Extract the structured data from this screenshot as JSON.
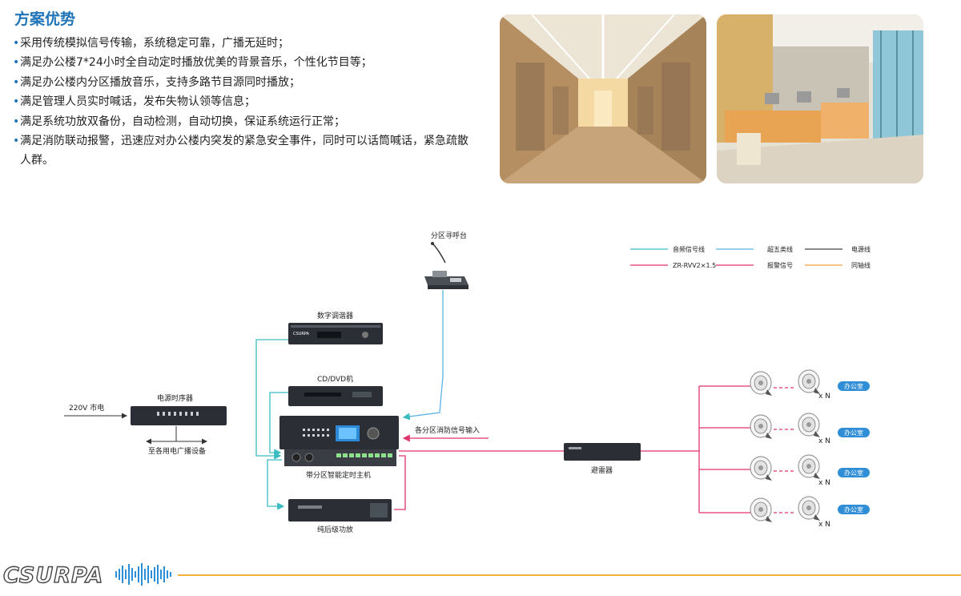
{
  "header": {
    "title": "方案优势",
    "bullets": [
      "采用传统模拟信号传输，系统稳定可靠，广播无延时；",
      "满足办公楼7*24小时全自动定时播放优美的背景音乐，个性化节目等；",
      "满足办公楼内分区播放音乐，支持多路节目源同时播放；",
      "满足管理人员实时喊话，发布失物认领等信息；",
      "满足系统功放双备份，自动检测，自动切换，保证系统运行正常；",
      "满足消防联动报警，迅速应对办公楼内突发的紧急安全事件，同时可以话筒喊话，紧急疏散人群。"
    ]
  },
  "legend": [
    {
      "label": "音频信号线",
      "color": "#3bbcc0"
    },
    {
      "label": "超五类线",
      "color": "#5ab4e6"
    },
    {
      "label": "电源线",
      "color": "#444444"
    },
    {
      "label": "ZR-RVV2×1.5",
      "color": "#e0356b"
    },
    {
      "label": "报警信号",
      "color": "#e0356b"
    },
    {
      "label": "同轴线",
      "color": "#f0a23c"
    }
  ],
  "devices": {
    "paging": "分区寻呼台",
    "tuner": "数字调谐器",
    "cd": "CD/DVD机",
    "sequencer": "电源时序器",
    "mains": "220V 市电",
    "to_devices": "至各用电广播设备",
    "host": "带分区智能定时主机",
    "amp": "纯后级功放",
    "fire_input": "各分区消防信号输入",
    "arrester": "避雷器",
    "brand_mark": "CSURPA"
  },
  "zones": [
    {
      "label": "办公室",
      "count": "x N"
    },
    {
      "label": "办公室",
      "count": "x N"
    },
    {
      "label": "办公室",
      "count": "x N"
    },
    {
      "label": "办公室",
      "count": "x N"
    }
  ],
  "footer": {
    "logo": "CSURPA"
  },
  "colors": {
    "accent": "#1f73b7",
    "audio": "#3bbcc0",
    "alarm": "#e0356b",
    "footer_line": "#f3b23a",
    "zone_badge": "#2f8ed6"
  }
}
